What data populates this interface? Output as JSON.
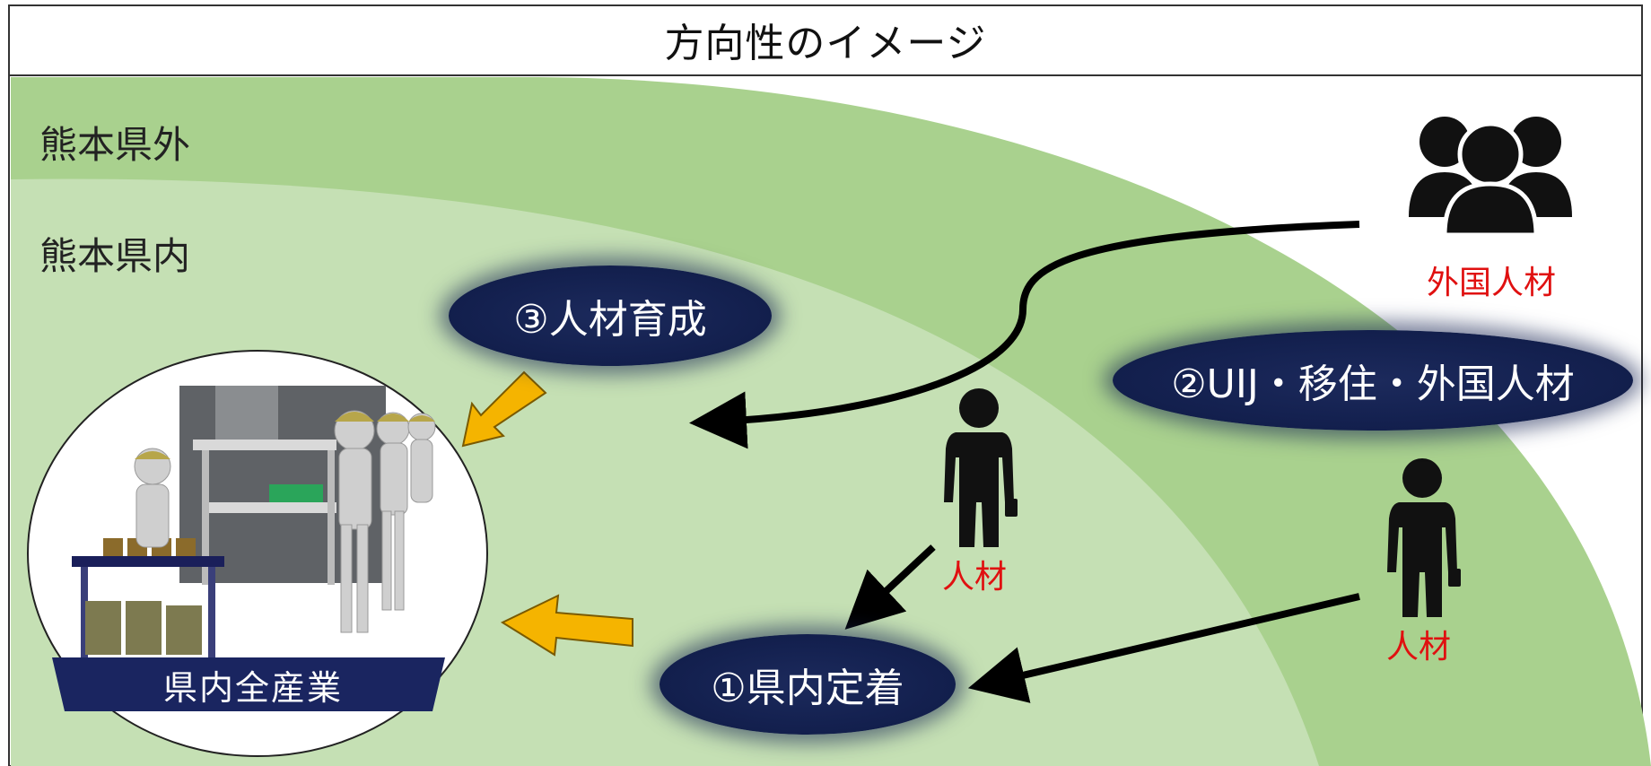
{
  "title": "方向性のイメージ",
  "regions": {
    "outside": "熊本県外",
    "inside": "熊本県内"
  },
  "ovals": {
    "development": "③人材育成",
    "settlement": "①県内定着",
    "migration": "②UIJ・移住・外国人材"
  },
  "labels": {
    "foreign_talent": "外国人材",
    "talent_a": "人材",
    "talent_b": "人材"
  },
  "circle": {
    "banner": "県内全産業",
    "image": "factory-workers-illustration"
  },
  "colors": {
    "outer_band": "#a9d18e",
    "inner_band": "#c5e0b4",
    "oval": "#142150",
    "accent_arrow": "#f5b400",
    "red_text": "#e01010"
  }
}
